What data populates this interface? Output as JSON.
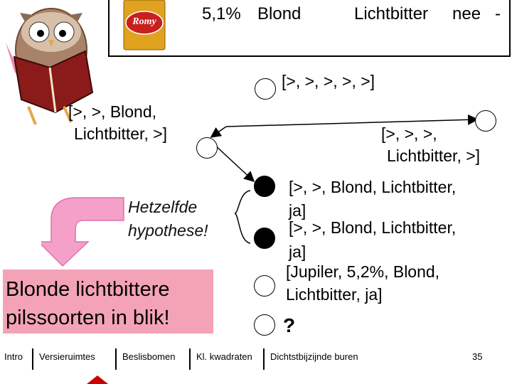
{
  "banner": {
    "beer_logo": "Romy",
    "alcohol": "5,1%",
    "color": "Blond",
    "taste": "Lichtbitter",
    "can": "nee",
    "dash": "-"
  },
  "tree": {
    "root_label": "[>, >, >, >, >]",
    "left_label_1": "[>, >, Blond,",
    "left_label_2": "Lichtbitter, >]",
    "right_label_1": "[>, >, >,",
    "right_label_2": "Lichtbitter, >]",
    "leaf1_line1": "[>, >, Blond, Lichtbitter,",
    "leaf1_line2": "ja]",
    "leaf2_line1": "[>, >, Blond, Lichtbitter,",
    "leaf2_line2": "ja]",
    "leaf3_line1": "[Jupiler, 5,2%, Blond,",
    "leaf3_line2": "Lichtbitter, ja]",
    "leaf4": "?"
  },
  "annotation": {
    "line1": "Hetzelfde",
    "line2": "hypothese!"
  },
  "callout": {
    "line1": "Blonde lichtbittere",
    "line2": "pilssoorten in blik!"
  },
  "footer": {
    "items": [
      "Intro",
      "Versieruimtes",
      "Beslisbomen",
      "Kl. kwadraten",
      "Dichtstbijzijnde buren"
    ],
    "page_number": "35"
  },
  "colors": {
    "callout_bg": "#f4a3b6",
    "arrow_fill": "#f5a0c8",
    "footer_marker": "#cc0000"
  }
}
